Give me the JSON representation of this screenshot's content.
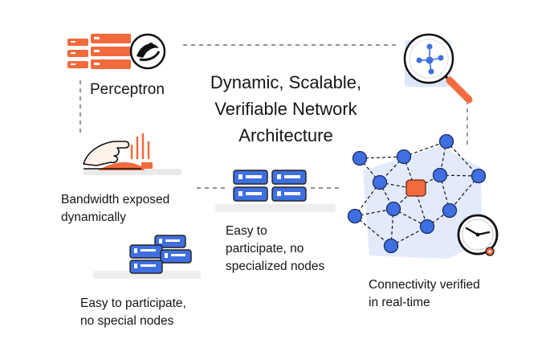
{
  "title": {
    "line1": "Dynamic, Scalable,",
    "line2": "Verifiable Network",
    "line3": "Architecture"
  },
  "brand": {
    "name": "Perceptron"
  },
  "captions": {
    "bandwidth": {
      "line1": "Bandwidth exposed",
      "line2": "dynamically"
    },
    "participate_center": {
      "line1": "Easy to",
      "line2": "participate, no",
      "line3": "specialized nodes"
    },
    "participate_left": {
      "line1": "Easy to participate,",
      "line2": "no special nodes"
    },
    "connectivity": {
      "line1": "Connectivity verified",
      "line2": "in real-time"
    }
  },
  "icons": {
    "brand": "server-rack-with-logo-icon",
    "search": "magnifier-network-icon",
    "bandwidth": "hand-adjusting-bars-icon",
    "servers_center": "server-stack-icon",
    "servers_left": "server-stack-icon",
    "network": "mesh-network-icon",
    "clock": "clock-icon"
  },
  "colors": {
    "accent_orange": "#f26a3d",
    "node_blue": "#3f6fe0",
    "shadow_blue": "#dde6fb",
    "line": "#2b2b2b"
  }
}
